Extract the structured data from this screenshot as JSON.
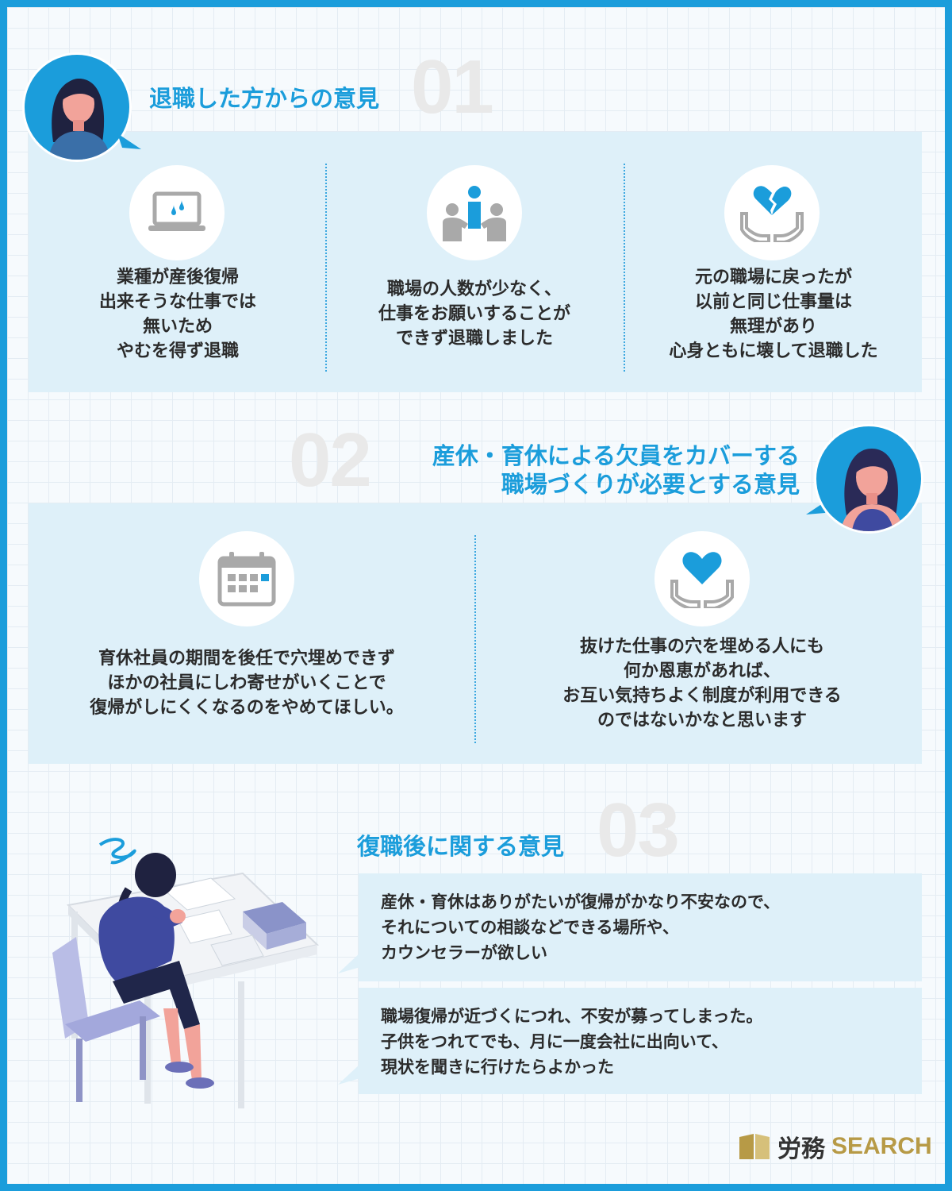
{
  "section1": {
    "number": "01",
    "title": "退職した方からの意見",
    "items": [
      {
        "icon": "laptop-drops-icon",
        "lines": [
          "業種が産後復帰",
          "出来そうな仕事では",
          "無いため",
          "やむを得ず退職"
        ]
      },
      {
        "icon": "people-meeting-icon",
        "lines": [
          "職場の人数が少なく、",
          "仕事をお願いすることが",
          "できず退職しました"
        ]
      },
      {
        "icon": "broken-heart-hands-icon",
        "lines": [
          "元の職場に戻ったが",
          "以前と同じ仕事量は",
          "無理があり",
          "心身ともに壊して退職した"
        ]
      }
    ]
  },
  "section2": {
    "number": "02",
    "title_lines": [
      "産休・育休による欠員をカバーする",
      "職場づくりが必要とする意見"
    ],
    "items": [
      {
        "icon": "calendar-icon",
        "lines": [
          "育休社員の期間を後任で穴埋めできず",
          "ほかの社員にしわ寄せがいくことで",
          "復帰がしにくくなるのをやめてほしい。"
        ]
      },
      {
        "icon": "heart-hands-icon",
        "lines": [
          "抜けた仕事の穴を埋める人にも",
          "何か恩恵があれば、",
          "お互い気持ちよく制度が利用できる",
          "のではないかなと思います"
        ]
      }
    ]
  },
  "section3": {
    "number": "03",
    "title": "復職後に関する意見",
    "quotes": [
      {
        "lines": [
          "産休・育休はありがたいが復帰がかなり不安なので、",
          "それについての相談などできる場所や、",
          "カウンセラーが欲しい"
        ]
      },
      {
        "lines": [
          "職場復帰が近づくにつれ、不安が募ってしまった。",
          "子供をつれてでも、月に一度会社に出向いて、",
          "現状を聞きに行けたらよかった"
        ]
      }
    ]
  },
  "logo": {
    "jp": "労務",
    "en": "SEARCH"
  },
  "colors": {
    "accent": "#1b9ddb",
    "panel": "#def0f9",
    "icon_gray": "#a9a9a9",
    "gold": "#b79a46"
  }
}
